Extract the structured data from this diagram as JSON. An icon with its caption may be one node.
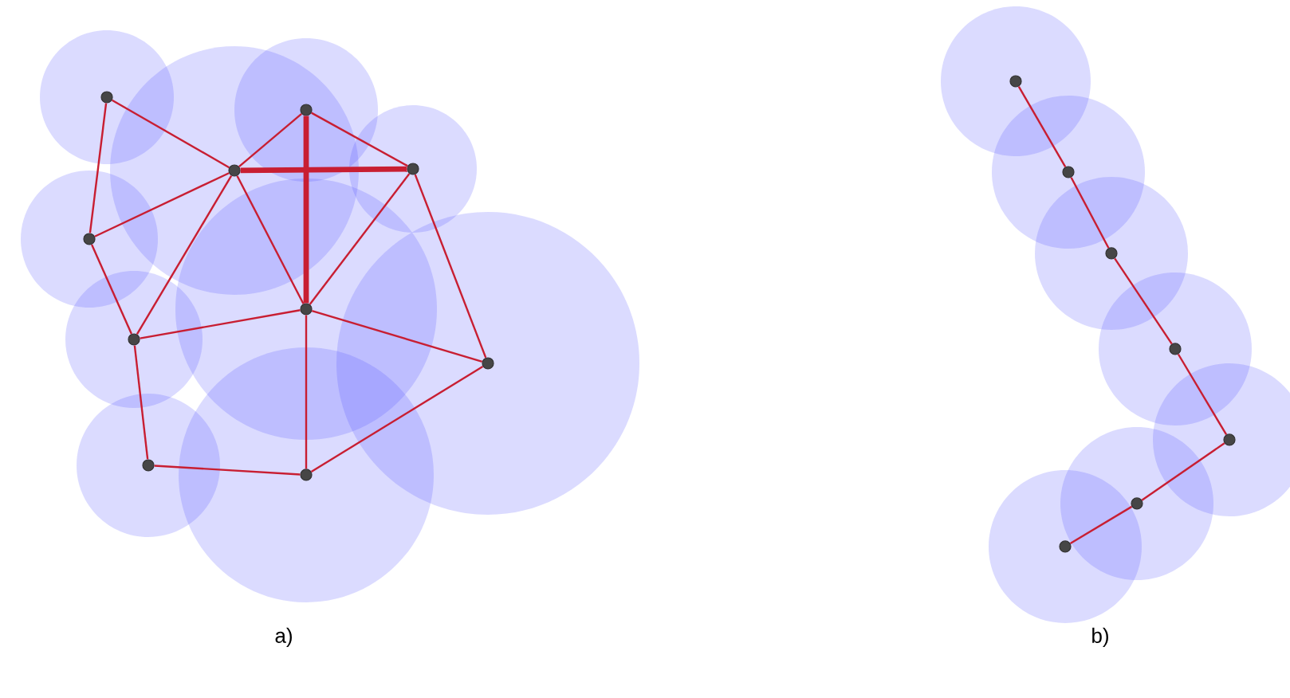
{
  "diagram": {
    "nodes": [
      {
        "text": [],
        "shape": "circle"
      },
      {
        "text": [],
        "shape": "circle"
      },
      {
        "text": [],
        "shape": "circle"
      },
      {
        "text": [],
        "shape": "circle"
      },
      {
        "text": [],
        "shape": "circle"
      },
      {
        "text": [],
        "shape": "circle"
      },
      {
        "text": [],
        "shape": "circle"
      },
      {
        "text": [],
        "shape": "circle"
      },
      {
        "text": [],
        "shape": "circle"
      },
      {
        "text": [],
        "shape": "circle"
      },
      {
        "text": [],
        "shape": "circle"
      },
      {
        "text": [],
        "shape": "circle"
      },
      {
        "text": [],
        "shape": "circle"
      },
      {
        "text": [],
        "shape": "circle"
      },
      {
        "text": [],
        "shape": "circle"
      },
      {
        "text": [],
        "shape": "circle"
      },
      {
        "text": [],
        "shape": "circle"
      }
    ],
    "edges": [
      {
        "from": 0,
        "to": 2,
        "arrow": "none"
      },
      {
        "from": 0,
        "to": 4,
        "arrow": "none"
      },
      {
        "from": 2,
        "to": 1,
        "arrow": "none"
      },
      {
        "from": 1,
        "to": 3,
        "arrow": "none"
      },
      {
        "from": 1,
        "to": 5,
        "arrow": "none",
        "style": "thick"
      },
      {
        "from": 2,
        "to": 3,
        "arrow": "none",
        "style": "thick"
      },
      {
        "from": 4,
        "to": 2,
        "arrow": "none"
      },
      {
        "from": 4,
        "to": 6,
        "arrow": "none"
      },
      {
        "from": 6,
        "to": 2,
        "arrow": "none"
      },
      {
        "from": 2,
        "to": 5,
        "arrow": "none"
      },
      {
        "from": 5,
        "to": 3,
        "arrow": "none"
      },
      {
        "from": 3,
        "to": 7,
        "arrow": "none"
      },
      {
        "from": 6,
        "to": 5,
        "arrow": "none"
      },
      {
        "from": 5,
        "to": 7,
        "arrow": "none"
      },
      {
        "from": 5,
        "to": 9,
        "arrow": "none"
      },
      {
        "from": 6,
        "to": 8,
        "arrow": "none"
      },
      {
        "from": 8,
        "to": 9,
        "arrow": "none"
      },
      {
        "from": 9,
        "to": 7,
        "arrow": "none"
      },
      {
        "from": 10,
        "to": 11,
        "arrow": "none"
      },
      {
        "from": 11,
        "to": 12,
        "arrow": "none"
      },
      {
        "from": 12,
        "to": 13,
        "arrow": "none"
      },
      {
        "from": 13,
        "to": 14,
        "arrow": "none"
      },
      {
        "from": 14,
        "to": 15,
        "arrow": "none"
      },
      {
        "from": 15,
        "to": 16,
        "arrow": "none"
      }
    ],
    "labels": [
      "a)",
      "b)"
    ]
  }
}
